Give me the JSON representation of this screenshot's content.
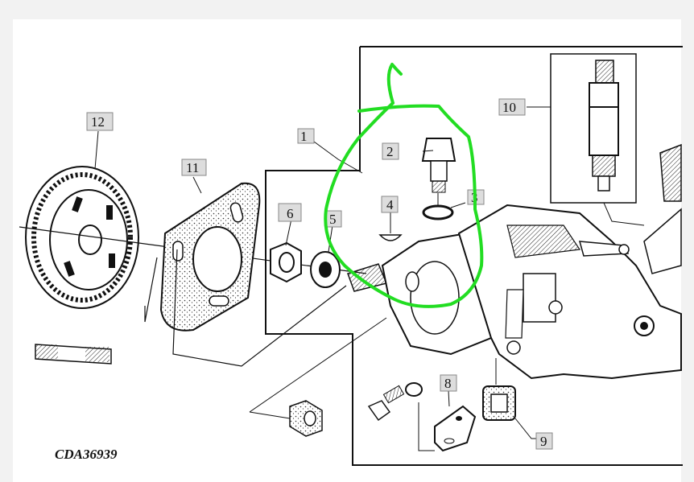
{
  "diagram": {
    "drawing_code": "CDA36939",
    "callouts": [
      {
        "id": "c1",
        "label": "1"
      },
      {
        "id": "c2",
        "label": "2"
      },
      {
        "id": "c3",
        "label": "3"
      },
      {
        "id": "c4",
        "label": "4"
      },
      {
        "id": "c5",
        "label": "5"
      },
      {
        "id": "c6",
        "label": "6"
      },
      {
        "id": "c8",
        "label": "8"
      },
      {
        "id": "c9",
        "label": "9"
      },
      {
        "id": "c10",
        "label": "10"
      },
      {
        "id": "c11",
        "label": "11"
      },
      {
        "id": "c12",
        "label": "12"
      }
    ],
    "annotation_color": "#22dd22"
  }
}
